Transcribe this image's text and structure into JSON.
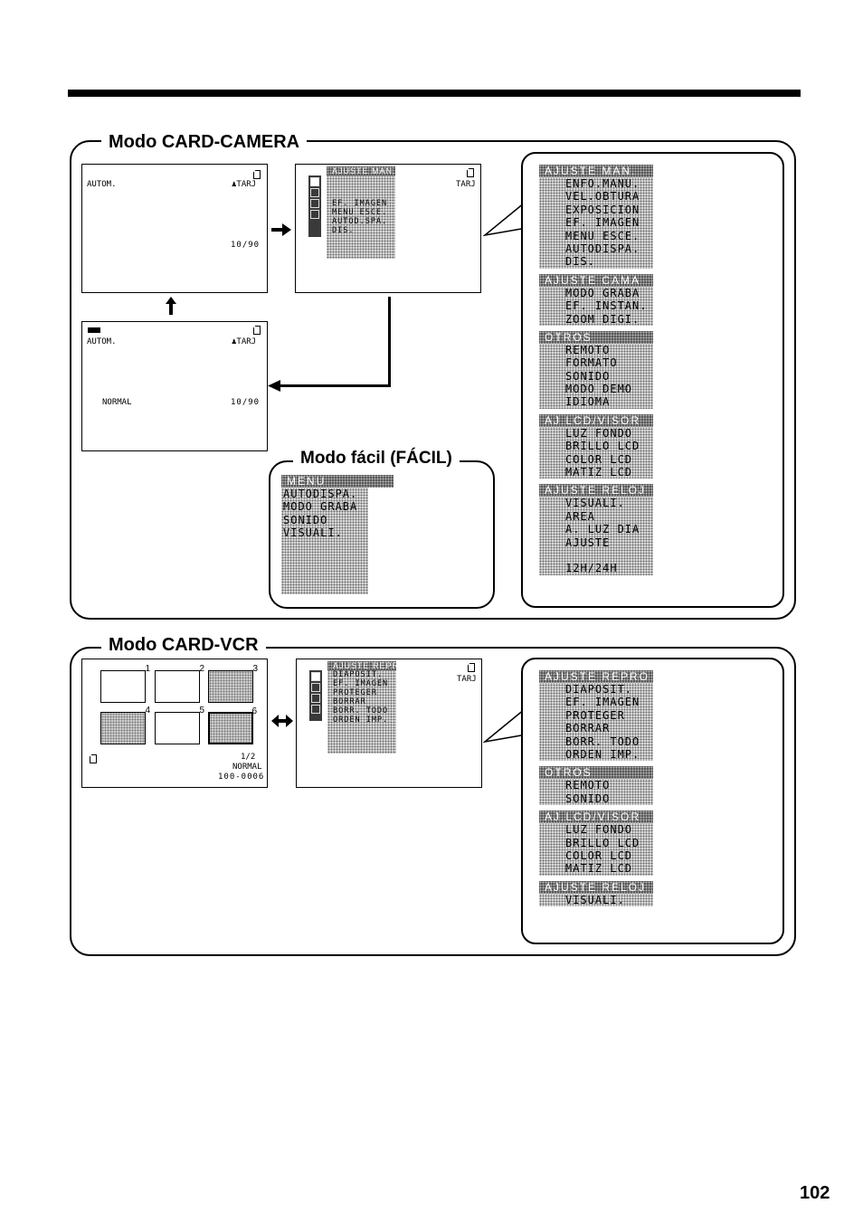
{
  "card_camera": {
    "title": "Modo CARD-CAMERA",
    "screen_auto": {
      "mode": "AUTOM.",
      "tarj": "TARJ",
      "counter": "10/90"
    },
    "screen_normal": {
      "mode": "AUTOM.",
      "tarj": "TARJ",
      "quality": "NORMAL",
      "counter": "10/90"
    },
    "screen_menu": {
      "header": "AJUSTE MAN.",
      "tarj": "TARJ",
      "items": [
        "EF. IMAGEN",
        "MENU ESCE.",
        "AUTOD.SPA.",
        "DIS."
      ]
    },
    "easy_title": "Modo fácil (FÁCIL)",
    "easy_menu": {
      "header": "MENU",
      "items": [
        "AUTODISPA.",
        "MODO GRABA",
        "SONIDO",
        "VISUALI."
      ]
    },
    "full_menu": [
      {
        "header": "AJUSTE MAN.",
        "items": [
          "ENFO.MANU.",
          "VEL.OBTURA",
          "EXPOSICION",
          "EF. IMAGEN",
          "MENU ESCE.",
          "AUTODISPA.",
          "DIS."
        ]
      },
      {
        "header": "AJUSTE CAMA",
        "items": [
          "MODO GRABA",
          "EF. INSTAN.",
          "ZOOM DIGI."
        ]
      },
      {
        "header": "OTROS",
        "items": [
          "REMOTO",
          "FORMATO",
          "SONIDO",
          "MODO DEMO",
          "IDIOMA"
        ]
      },
      {
        "header": "AJ.LCD/VISOR",
        "items": [
          "LUZ FONDO",
          "BRILLO LCD",
          "COLOR LCD",
          "MATIZ LCD"
        ]
      },
      {
        "header": "AJUSTE RELOJ",
        "items": [
          "VISUALI.",
          "AREA",
          "A. LUZ DIA",
          "AJUSTE",
          "",
          "12H/24H"
        ]
      }
    ]
  },
  "card_vcr": {
    "title": "Modo CARD-VCR",
    "screen_index": {
      "thumb_numbers": [
        "1",
        "2",
        "3",
        "4",
        "5",
        "6"
      ],
      "page": "1/2",
      "quality": "NORMAL",
      "file": "100-0006"
    },
    "screen_menu": {
      "header": "AJUSTE REPRO",
      "tarj": "TARJ",
      "items": [
        "DIAPOSIT.",
        "EF. IMAGEN",
        "PROTEGER",
        "BORRAR",
        "BORR. TODO",
        "ORDEN IMP."
      ]
    },
    "full_menu": [
      {
        "header": "AJUSTE REPRO",
        "items": [
          "DIAPOSIT.",
          "EF. IMAGEN",
          "PROTEGER",
          "BORRAR",
          "BORR. TODO",
          "ORDEN IMP."
        ]
      },
      {
        "header": "OTROS",
        "items": [
          "REMOTO",
          "SONIDO"
        ]
      },
      {
        "header": "AJ.LCD/VISOR",
        "items": [
          "LUZ FONDO",
          "BRILLO LCD",
          "COLOR LCD",
          "MATIZ LCD"
        ]
      },
      {
        "header": "AJUSTE RELOJ",
        "items": [
          "VISUALI."
        ]
      }
    ]
  },
  "page_number": "102"
}
